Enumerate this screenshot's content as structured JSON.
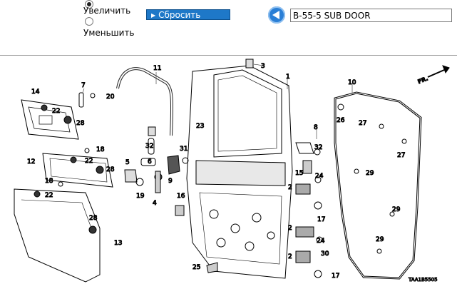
{
  "controls": {
    "zoom_in_label": "Увеличить",
    "zoom_out_label": "Уменьшить",
    "zoom_selected": "Увеличить",
    "reset_label": "Сбросить"
  },
  "navigation": {
    "back_icon": "back-arrow-icon",
    "page_title": "B-55-5 SUB DOOR"
  },
  "diagram": {
    "direction_label": "FR.",
    "code_label": "TAA1B5505",
    "callouts": [
      "1",
      "2",
      "2",
      "2",
      "3",
      "4",
      "5",
      "6",
      "7",
      "8",
      "9",
      "10",
      "11",
      "12",
      "13",
      "14",
      "15",
      "16",
      "17",
      "17",
      "18",
      "18",
      "19",
      "20",
      "22",
      "22",
      "22",
      "24",
      "24",
      "25",
      "26",
      "27",
      "27",
      "28",
      "28",
      "28",
      "29",
      "29",
      "30",
      "31",
      "32",
      "32"
    ]
  }
}
